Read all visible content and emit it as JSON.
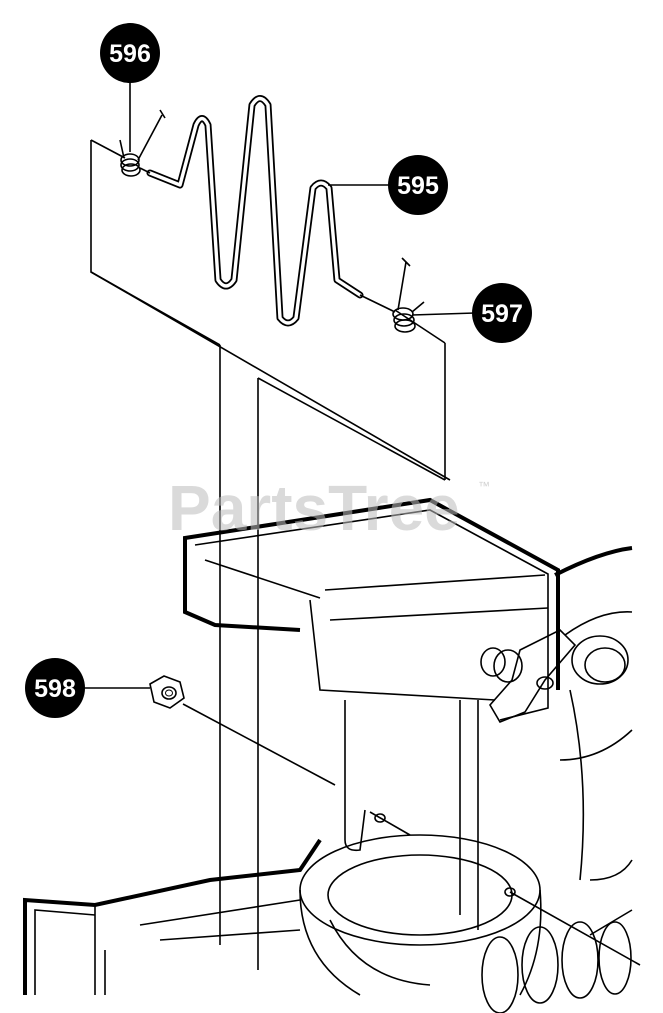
{
  "watermark": {
    "text": "PartsTree",
    "trademark": "™"
  },
  "callouts": [
    {
      "id": "596",
      "label": "596"
    },
    {
      "id": "595",
      "label": "595"
    },
    {
      "id": "597",
      "label": "597"
    },
    {
      "id": "598",
      "label": "598"
    }
  ],
  "colors": {
    "callout_fill": "#000000",
    "callout_text": "#ffffff",
    "line": "#000000",
    "watermark": "#bdbdbd"
  }
}
